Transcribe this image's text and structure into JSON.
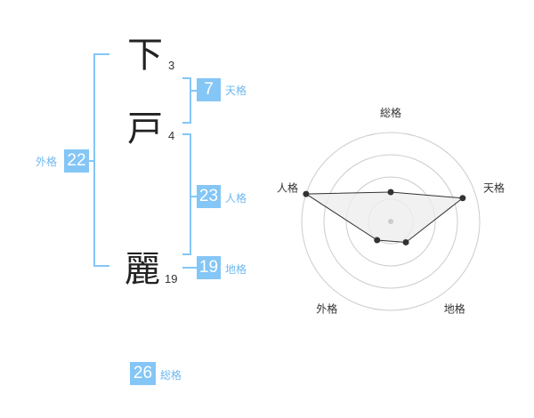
{
  "name": {
    "characters": [
      {
        "char": "下",
        "strokes": "3"
      },
      {
        "char": "戸",
        "strokes": "4"
      },
      {
        "char": "麗",
        "strokes": "19"
      }
    ]
  },
  "fortunes": {
    "tenkaku": {
      "value": "7",
      "label": "天格"
    },
    "jinkaku": {
      "value": "23",
      "label": "人格"
    },
    "chikaku": {
      "value": "19",
      "label": "地格"
    },
    "gaikaku": {
      "value": "22",
      "label": "外格"
    },
    "soukaku": {
      "value": "26",
      "label": "総格"
    }
  },
  "chart_data": {
    "type": "radar",
    "axes": [
      "総格",
      "天格",
      "地格",
      "外格",
      "人格"
    ],
    "values": [
      0.33,
      0.85,
      0.29,
      0.26,
      1.0
    ],
    "max": 1.0,
    "rings": 4,
    "colors": {
      "fill": "#eeeeee",
      "stroke": "#333333",
      "grid": "#cccccc",
      "center": "#cccccc"
    }
  },
  "colors": {
    "accent": "#84c6f6",
    "accent_text": "#6fb8ee"
  }
}
